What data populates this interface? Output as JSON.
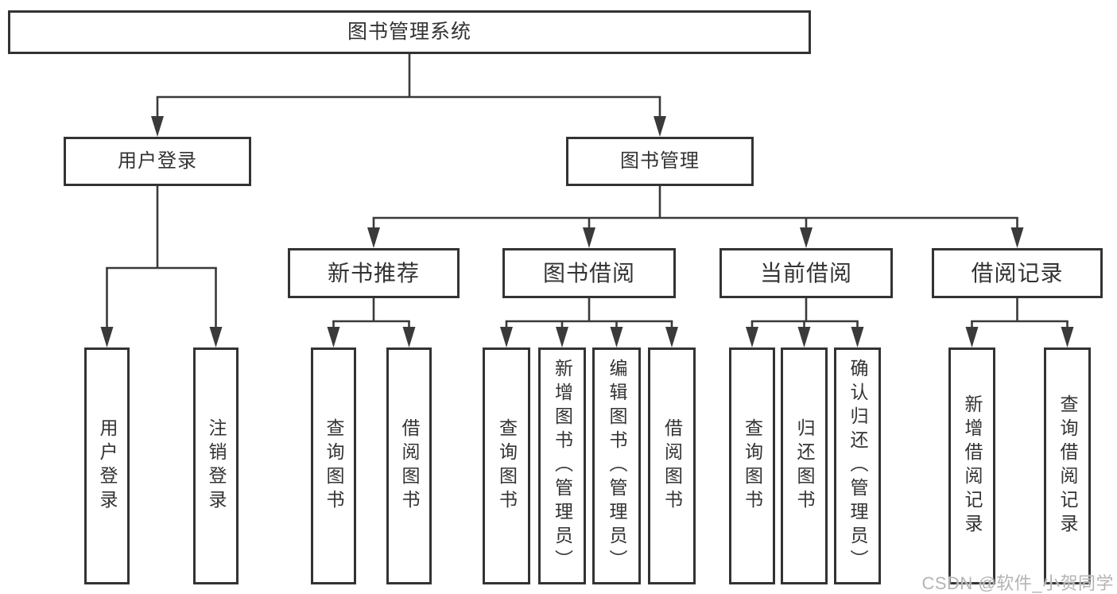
{
  "colors": {
    "line": "#3a3a3a",
    "box_border": "#333333",
    "text": "#333333",
    "watermark": "#b4b4b4",
    "background": "#ffffff"
  },
  "watermark": {
    "text": "CSDN @软件_小贺同学"
  },
  "tree": {
    "root": {
      "label": "图书管理系统"
    },
    "branches": [
      {
        "label": "用户登录",
        "leaves": [
          {
            "label": "用户登录"
          },
          {
            "label": "注销登录"
          }
        ]
      },
      {
        "label": "图书管理",
        "groups": [
          {
            "label": "新书推荐",
            "leaves": [
              {
                "label": "查询图书"
              },
              {
                "label": "借阅图书"
              }
            ]
          },
          {
            "label": "图书借阅",
            "leaves": [
              {
                "label": "查询图书"
              },
              {
                "label": "新增图书（管理员）"
              },
              {
                "label": "编辑图书（管理员）"
              },
              {
                "label": "借阅图书"
              }
            ]
          },
          {
            "label": "当前借阅",
            "leaves": [
              {
                "label": "查询图书"
              },
              {
                "label": "归还图书"
              },
              {
                "label": "确认归还（管理员）"
              }
            ]
          },
          {
            "label": "借阅记录",
            "leaves": [
              {
                "label": "新增借阅记录"
              },
              {
                "label": "查询借阅记录"
              }
            ]
          }
        ]
      }
    ]
  }
}
